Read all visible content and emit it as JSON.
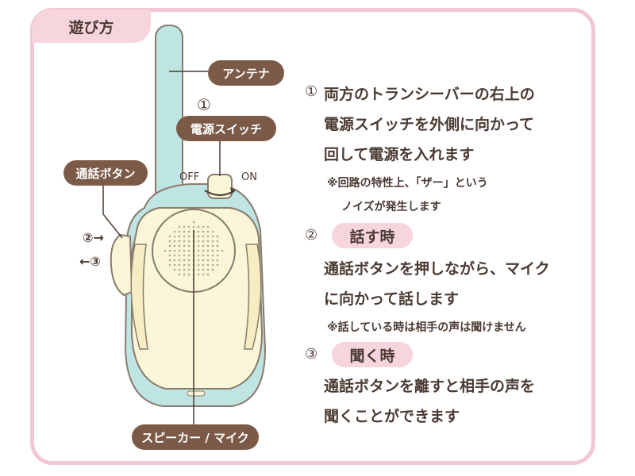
{
  "title": "遊び方",
  "labels": {
    "antenna": "アンテナ",
    "power_num": "①",
    "power_switch": "電源スイッチ",
    "off": "OFF",
    "on": "ON",
    "talk_button": "通話ボタン",
    "press_arrow": "②→",
    "release_arrow": "←③",
    "speaker_mic": "スピーカー / マイク"
  },
  "steps": [
    {
      "number": "①",
      "lines": [
        "両方のトランシーバーの右上の",
        "電源スイッチを外側に向かって",
        "回して電源を入れます"
      ],
      "notes": [
        "※回路の特性上、「ザー」という",
        "ノイズが発生します"
      ]
    },
    {
      "number": "②",
      "heading": "話す時",
      "lines": [
        "通話ボタンを押しながら、マイク",
        "に向かって話します"
      ],
      "notes": [
        "※話している時は相手の声は聞けません"
      ]
    },
    {
      "number": "③",
      "heading": "聞く時",
      "lines": [
        "通話ボタンを離すと相手の声を",
        "聞くことができます"
      ]
    }
  ],
  "colors": {
    "frame_border": "#f2c7d2",
    "pink_pill": "#f7d5dd",
    "brown_pill": "#7c5a48",
    "device_mint": "#bfe5e2",
    "device_cream": "#fbf6d7"
  }
}
